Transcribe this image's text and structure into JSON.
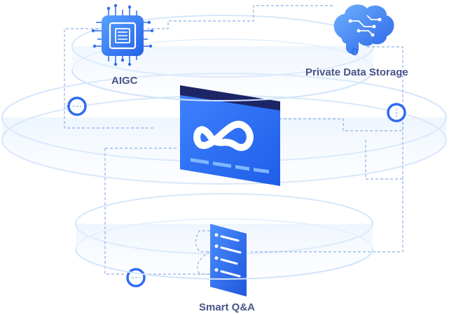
{
  "nodes": {
    "aigc": {
      "label": "AIGC",
      "icon": "chip-icon"
    },
    "storage": {
      "label": "Private Data Storage",
      "icon": "brain-network-icon"
    },
    "qa": {
      "label": "Smart Q&A",
      "icon": "document-list-icon"
    },
    "center": {
      "icon": "infinity-icon"
    }
  },
  "colors": {
    "accent": "#2f6cf0",
    "accent_light": "#5b9bff",
    "dark_bar": "#1c2566",
    "ring": "#cfe1f9",
    "connector": "#8fb0e8",
    "label": "#4a5488"
  }
}
